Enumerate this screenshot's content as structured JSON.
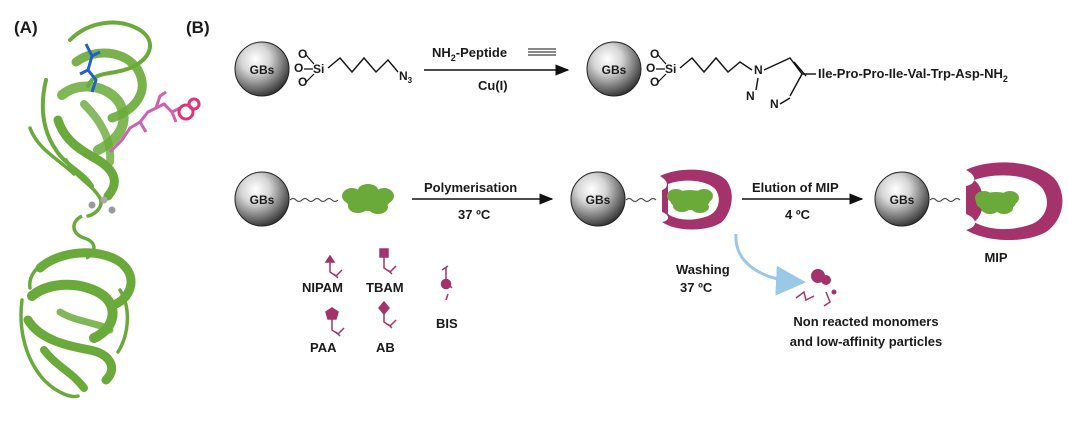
{
  "panels": {
    "a_label": "(A)",
    "b_label": "(B)"
  },
  "bead_label": "GBs",
  "silane": {
    "o": "O",
    "si": "Si",
    "n3": "N",
    "n3_sub": "3"
  },
  "reaction1": {
    "reagent_main": "NH",
    "reagent_sub": "2",
    "reagent_rest": "-Peptide",
    "catalyst": "Cu(I)"
  },
  "triazole": {
    "n1": "N",
    "n2": "N",
    "n3": "N"
  },
  "peptide": {
    "sequence": "Ile-Pro-Pro-Ile-Val-Trp-Asp-NH",
    "sequence_sub": "2"
  },
  "reaction2": {
    "step1_label": "Polymerisation",
    "step1_temp": "37 ºC",
    "step2_label": "Elution of MIP",
    "step2_temp": "4 ºC",
    "wash_label": "Washing",
    "wash_temp": "37 ºC"
  },
  "monomers": {
    "nipam": "NIPAM",
    "tbam": "TBAM",
    "bis": "BIS",
    "paa": "PAA",
    "ab": "AB"
  },
  "mip_label": "MIP",
  "waste": {
    "line1": "Non reacted monomers",
    "line2": "and low-affinity particles"
  },
  "colors": {
    "protein_green": "#6aaa3a",
    "polymer_magenta": "#a3336a",
    "arrow_blue": "#9cc8e8",
    "bead_dark": "#3a3a3a"
  }
}
